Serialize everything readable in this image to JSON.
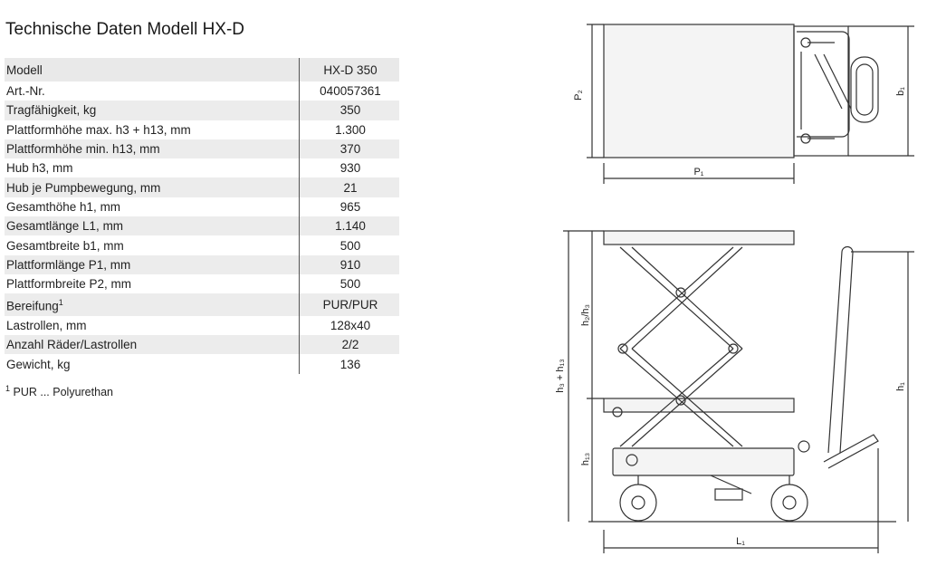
{
  "title": "Technische Daten Modell HX-D",
  "table": {
    "header": {
      "label": "Modell",
      "value": "HX-D 350"
    },
    "rows": [
      {
        "label": "Art.-Nr.",
        "value": "040057361"
      },
      {
        "label": "Tragfähigkeit, kg",
        "value": "350"
      },
      {
        "label": "Plattformhöhe max. h3 + h13, mm",
        "value": "1.300"
      },
      {
        "label": "Plattformhöhe min. h13, mm",
        "value": "370"
      },
      {
        "label": "Hub h3, mm",
        "value": "930"
      },
      {
        "label": "Hub je Pumpbewegung, mm",
        "value": "21"
      },
      {
        "label": "Gesamthöhe h1, mm",
        "value": "965"
      },
      {
        "label": "Gesamtlänge L1, mm",
        "value": "1.140"
      },
      {
        "label": "Gesamtbreite b1, mm",
        "value": "500"
      },
      {
        "label": "Plattformlänge P1, mm",
        "value": "910"
      },
      {
        "label": "Plattformbreite P2, mm",
        "value": "500"
      },
      {
        "label": "Bereifung",
        "sup": "1",
        "value": "PUR/PUR"
      },
      {
        "label": "Lastrollen, mm",
        "value": "128x40"
      },
      {
        "label": "Anzahl Räder/Lastrollen",
        "value": "2/2"
      },
      {
        "label": "Gewicht, kg",
        "value": "136"
      }
    ]
  },
  "footnote": {
    "sup": "1",
    "text": "PUR ... Polyurethan"
  },
  "drawing_labels": {
    "top_p2": "P₂",
    "top_p1": "P₁",
    "top_b1": "b₁",
    "side_h3_h13": "h₃ + h₁₃",
    "side_h2_h3": "h₂/h₃",
    "side_h13": "h₁₃",
    "side_h1": "h₁",
    "side_l1": "L₁"
  }
}
